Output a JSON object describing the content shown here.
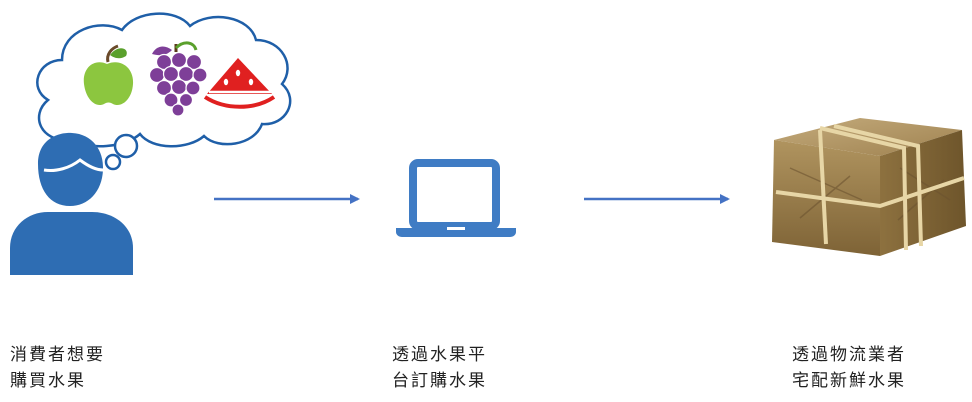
{
  "steps": [
    {
      "id": "consumer",
      "icon": "person-with-thought-bubble-icon",
      "line1": "消費者想要",
      "line2": "購買水果"
    },
    {
      "id": "platform",
      "icon": "laptop-icon",
      "line1": "透過水果平",
      "line2": "台訂購水果"
    },
    {
      "id": "logistics",
      "icon": "package-icon",
      "line1": "透過物流業者",
      "line2": "宅配新鮮水果"
    }
  ],
  "thought_bubble_items": [
    "apple-icon",
    "grapes-icon",
    "watermelon-slice-icon"
  ],
  "colors": {
    "person": "#2e6db3",
    "arrow": "#4472c4",
    "laptop": "#3f7cc4",
    "bubble_stroke": "#1f5fa8",
    "apple": "#8cc63f",
    "grapes": "#7e3f98",
    "watermelon": "#e02020",
    "package": "#a88b5a"
  }
}
